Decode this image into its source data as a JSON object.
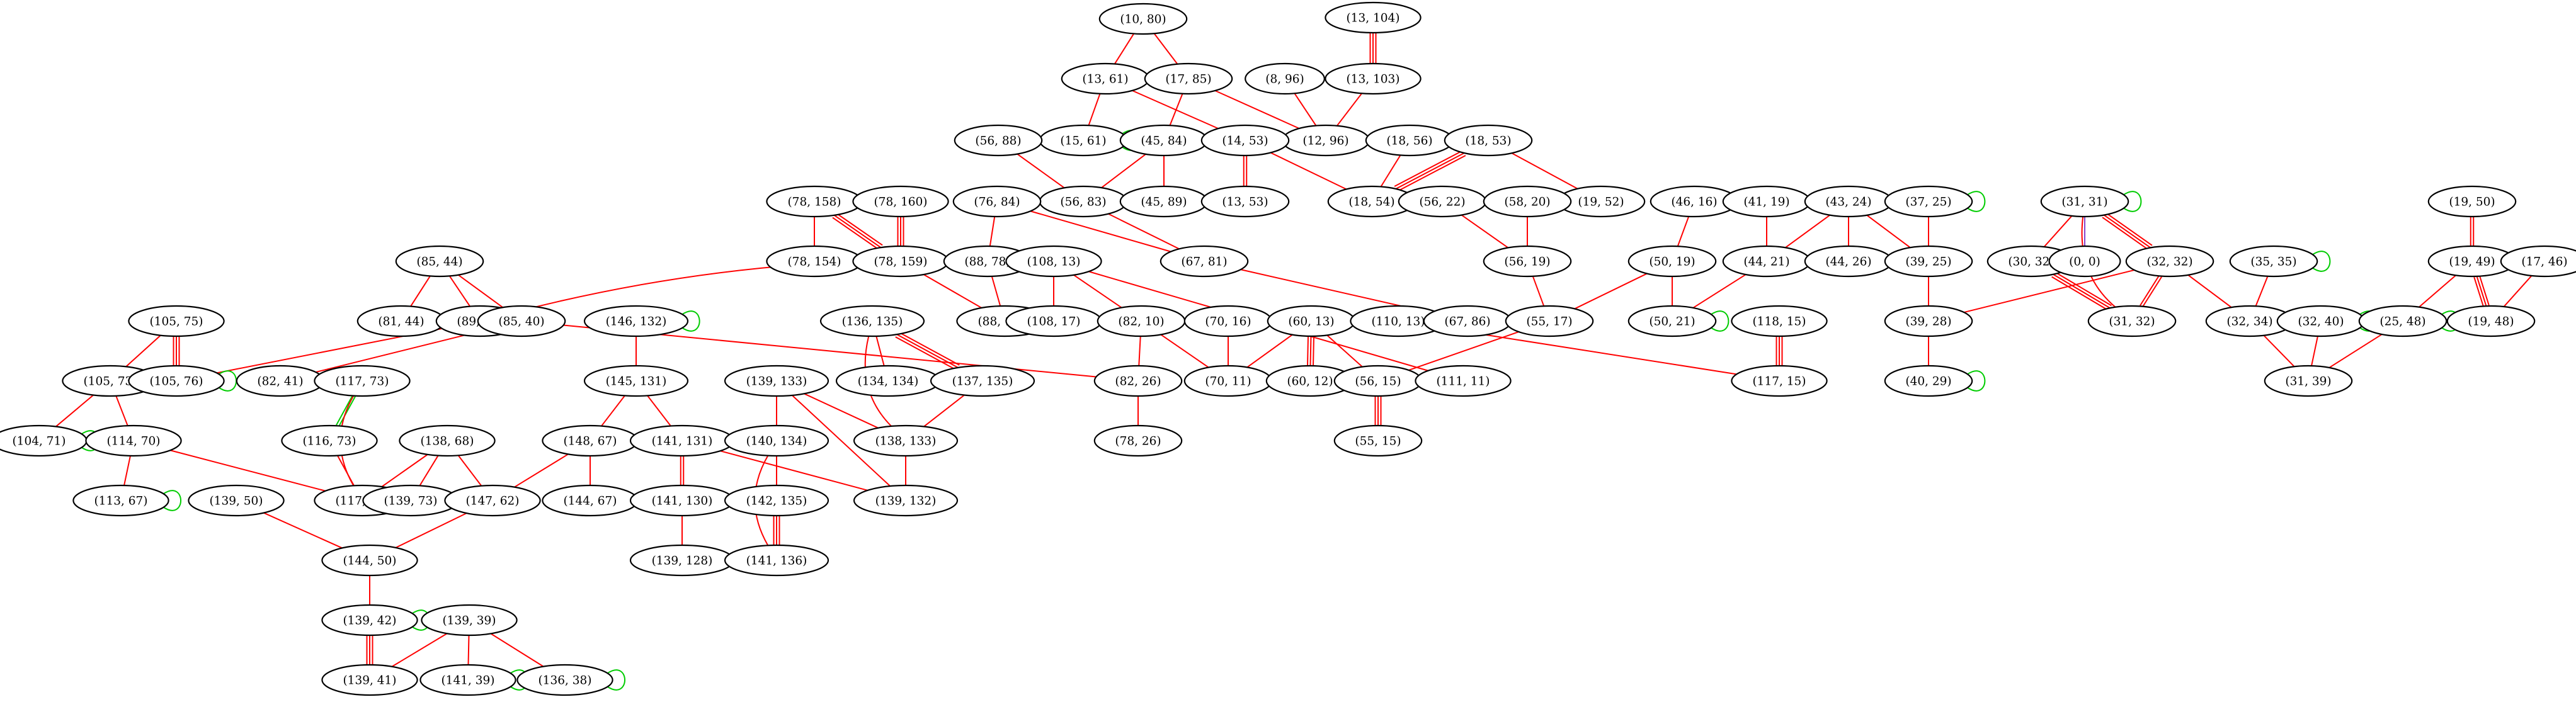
{
  "graph": {
    "colors": {
      "red": "#ff0000",
      "green": "#00cc00",
      "purple": "#8844cc"
    },
    "nodes": [
      {
        "id": "n1",
        "label": "(10, 80)"
      },
      {
        "id": "n2",
        "label": "(13, 61)"
      },
      {
        "id": "n3",
        "label": "(17, 85)"
      },
      {
        "id": "n4",
        "label": "(13, 104)"
      },
      {
        "id": "n5",
        "label": "(13, 103)"
      },
      {
        "id": "n6",
        "label": "(8, 96)"
      },
      {
        "id": "n7",
        "label": "(12, 96)"
      },
      {
        "id": "n8",
        "label": "(15, 61)"
      },
      {
        "id": "n9",
        "label": "(45, 84)"
      },
      {
        "id": "n10",
        "label": "(14, 53)"
      },
      {
        "id": "n11",
        "label": "(56, 88)"
      },
      {
        "id": "n12",
        "label": "(56, 83)"
      },
      {
        "id": "n13",
        "label": "(45, 89)"
      },
      {
        "id": "n14",
        "label": "(13, 53)"
      },
      {
        "id": "n15",
        "label": "(18, 56)"
      },
      {
        "id": "n16",
        "label": "(18, 53)"
      },
      {
        "id": "n17",
        "label": "(18, 54)"
      },
      {
        "id": "n18",
        "label": "(19, 52)"
      },
      {
        "id": "n19",
        "label": "(78, 158)"
      },
      {
        "id": "n20",
        "label": "(78, 160)"
      },
      {
        "id": "n21",
        "label": "(76, 84)"
      },
      {
        "id": "n22",
        "label": "(78, 154)"
      },
      {
        "id": "n23",
        "label": "(78, 159)"
      },
      {
        "id": "n24",
        "label": "(88, 78)"
      },
      {
        "id": "n25",
        "label": "(67, 81)"
      },
      {
        "id": "n26",
        "label": "(88, 159)"
      },
      {
        "id": "n27",
        "label": "(56, 22)"
      },
      {
        "id": "n28",
        "label": "(58, 20)"
      },
      {
        "id": "n29",
        "label": "(56, 19)"
      },
      {
        "id": "n30",
        "label": "(46, 16)"
      },
      {
        "id": "n31",
        "label": "(50, 19)"
      },
      {
        "id": "n32",
        "label": "(41, 19)"
      },
      {
        "id": "n33",
        "label": "(44, 21)"
      },
      {
        "id": "n34",
        "label": "(43, 24)"
      },
      {
        "id": "n35",
        "label": "(44, 26)"
      },
      {
        "id": "n36",
        "label": "(37, 25)"
      },
      {
        "id": "n37",
        "label": "(39, 25)"
      },
      {
        "id": "n38",
        "label": "(31, 31)"
      },
      {
        "id": "n39",
        "label": "(30, 32)"
      },
      {
        "id": "n40",
        "label": "(0, 0)"
      },
      {
        "id": "n41",
        "label": "(32, 32)"
      },
      {
        "id": "n42",
        "label": "(31, 32)"
      },
      {
        "id": "n43",
        "label": "(35, 35)"
      },
      {
        "id": "n44",
        "label": "(19, 50)"
      },
      {
        "id": "n45",
        "label": "(19, 49)"
      },
      {
        "id": "n46",
        "label": "(17, 46)"
      },
      {
        "id": "n47",
        "label": "(85, 44)"
      },
      {
        "id": "n48",
        "label": "(81, 44)"
      },
      {
        "id": "n49",
        "label": "(89, 76)"
      },
      {
        "id": "n50",
        "label": "(85, 40)"
      },
      {
        "id": "n51",
        "label": "(108, 13)"
      },
      {
        "id": "n52",
        "label": "(108, 17)"
      },
      {
        "id": "n53",
        "label": "(82, 10)"
      },
      {
        "id": "n54",
        "label": "(70, 16)"
      },
      {
        "id": "n55",
        "label": "(60, 13)"
      },
      {
        "id": "n56",
        "label": "(110, 13)"
      },
      {
        "id": "n57",
        "label": "(67, 86)"
      },
      {
        "id": "n58",
        "label": "(55, 17)"
      },
      {
        "id": "n59",
        "label": "(50, 21)"
      },
      {
        "id": "n60",
        "label": "(118, 15)"
      },
      {
        "id": "n61",
        "label": "(39, 28)"
      },
      {
        "id": "n62",
        "label": "(32, 34)"
      },
      {
        "id": "n63",
        "label": "(32, 40)"
      },
      {
        "id": "n64",
        "label": "(25, 48)"
      },
      {
        "id": "n65",
        "label": "(19, 48)"
      },
      {
        "id": "n66",
        "label": "(105, 75)"
      },
      {
        "id": "n67",
        "label": "(146, 132)"
      },
      {
        "id": "n68",
        "label": "(136, 135)"
      },
      {
        "id": "n69",
        "label": "(105, 73)"
      },
      {
        "id": "n70",
        "label": "(105, 76)"
      },
      {
        "id": "n71",
        "label": "(82, 41)"
      },
      {
        "id": "n72",
        "label": "(145, 131)"
      },
      {
        "id": "n73",
        "label": "(134, 134)"
      },
      {
        "id": "n74",
        "label": "(137, 135)"
      },
      {
        "id": "n75",
        "label": "(82, 26)"
      },
      {
        "id": "n76",
        "label": "(70, 11)"
      },
      {
        "id": "n77",
        "label": "(60, 12)"
      },
      {
        "id": "n78",
        "label": "(56, 15)"
      },
      {
        "id": "n79",
        "label": "(111, 11)"
      },
      {
        "id": "n80",
        "label": "(117, 15)"
      },
      {
        "id": "n81",
        "label": "(40, 29)"
      },
      {
        "id": "n82",
        "label": "(31, 39)"
      },
      {
        "id": "n83",
        "label": "(117, 73)"
      },
      {
        "id": "n84",
        "label": "(139, 133)"
      },
      {
        "id": "n85",
        "label": "(104, 71)"
      },
      {
        "id": "n86",
        "label": "(114, 70)"
      },
      {
        "id": "n87",
        "label": "(116, 73)"
      },
      {
        "id": "n88",
        "label": "(138, 68)"
      },
      {
        "id": "n89",
        "label": "(148, 67)"
      },
      {
        "id": "n90",
        "label": "(141, 131)"
      },
      {
        "id": "n91",
        "label": "(140, 134)"
      },
      {
        "id": "n92",
        "label": "(138, 133)"
      },
      {
        "id": "n93",
        "label": "(78, 26)"
      },
      {
        "id": "n94",
        "label": "(55, 15)"
      },
      {
        "id": "n95",
        "label": "(113, 67)"
      },
      {
        "id": "n96",
        "label": "(139, 50)"
      },
      {
        "id": "n97",
        "label": "(117, 71)"
      },
      {
        "id": "n98",
        "label": "(139, 73)"
      },
      {
        "id": "n99",
        "label": "(147, 62)"
      },
      {
        "id": "n100",
        "label": "(144, 67)"
      },
      {
        "id": "n101",
        "label": "(141, 130)"
      },
      {
        "id": "n102",
        "label": "(142, 135)"
      },
      {
        "id": "n103",
        "label": "(139, 132)"
      },
      {
        "id": "n104",
        "label": "(139, 128)"
      },
      {
        "id": "n105",
        "label": "(141, 136)"
      },
      {
        "id": "n106",
        "label": "(144, 50)"
      },
      {
        "id": "n107",
        "label": "(139, 42)"
      },
      {
        "id": "n108",
        "label": "(139, 39)"
      },
      {
        "id": "n109",
        "label": "(139, 41)"
      },
      {
        "id": "n110",
        "label": "(141, 39)"
      },
      {
        "id": "n111",
        "label": "(136, 38)"
      }
    ],
    "edges": [
      {
        "s": "n1",
        "t": "n2",
        "c": "red",
        "k": 1
      },
      {
        "s": "n1",
        "t": "n3",
        "c": "red",
        "k": 1
      },
      {
        "s": "n2",
        "t": "n8",
        "c": "red",
        "k": 1
      },
      {
        "s": "n2",
        "t": "n10",
        "c": "red",
        "k": 1
      },
      {
        "s": "n3",
        "t": "n9",
        "c": "red",
        "k": 1
      },
      {
        "s": "n3",
        "t": "n7",
        "c": "red",
        "k": 1
      },
      {
        "s": "n4",
        "t": "n5",
        "c": "red",
        "k": 3
      },
      {
        "s": "n5",
        "t": "n7",
        "c": "red",
        "k": 1
      },
      {
        "s": "n6",
        "t": "n7",
        "c": "red",
        "k": 1
      },
      {
        "s": "n9",
        "t": "n12",
        "c": "red",
        "k": 1
      },
      {
        "s": "n9",
        "t": "n13",
        "c": "red",
        "k": 1
      },
      {
        "s": "n11",
        "t": "n12",
        "c": "red",
        "k": 1
      },
      {
        "s": "n10",
        "t": "n14",
        "c": "red",
        "k": 2
      },
      {
        "s": "n10",
        "t": "n17",
        "c": "red",
        "k": 1
      },
      {
        "s": "n15",
        "t": "n17",
        "c": "red",
        "k": 1
      },
      {
        "s": "n16",
        "t": "n17",
        "c": "red",
        "k": 3
      },
      {
        "s": "n16",
        "t": "n18",
        "c": "red",
        "k": 1
      },
      {
        "s": "n12",
        "t": "n25",
        "c": "red",
        "k": 1
      },
      {
        "s": "n19",
        "t": "n22",
        "c": "red",
        "k": 1
      },
      {
        "s": "n19",
        "t": "n23",
        "c": "red",
        "k": 3
      },
      {
        "s": "n20",
        "t": "n23",
        "c": "red",
        "k": 3
      },
      {
        "s": "n21",
        "t": "n24",
        "c": "red",
        "k": 1
      },
      {
        "s": "n21",
        "t": "n25",
        "c": "red",
        "k": 1
      },
      {
        "s": "n23",
        "t": "n26",
        "c": "red",
        "k": 1
      },
      {
        "s": "n24",
        "t": "n26",
        "c": "red",
        "k": 1
      },
      {
        "s": "n24",
        "t": "n49",
        "c": "red",
        "k": 1,
        "curve": 1
      },
      {
        "s": "n25",
        "t": "n57",
        "c": "red",
        "k": 1
      },
      {
        "s": "n27",
        "t": "n29",
        "c": "red",
        "k": 1
      },
      {
        "s": "n28",
        "t": "n29",
        "c": "red",
        "k": 1
      },
      {
        "s": "n29",
        "t": "n58",
        "c": "red",
        "k": 1
      },
      {
        "s": "n30",
        "t": "n31",
        "c": "red",
        "k": 1
      },
      {
        "s": "n31",
        "t": "n58",
        "c": "red",
        "k": 1
      },
      {
        "s": "n31",
        "t": "n59",
        "c": "red",
        "k": 1
      },
      {
        "s": "n32",
        "t": "n33",
        "c": "red",
        "k": 1
      },
      {
        "s": "n34",
        "t": "n33",
        "c": "red",
        "k": 1
      },
      {
        "s": "n34",
        "t": "n35",
        "c": "red",
        "k": 1
      },
      {
        "s": "n34",
        "t": "n37",
        "c": "red",
        "k": 1
      },
      {
        "s": "n33",
        "t": "n59",
        "c": "red",
        "k": 1
      },
      {
        "s": "n36",
        "t": "n37",
        "c": "red",
        "k": 1
      },
      {
        "s": "n37",
        "t": "n61",
        "c": "red",
        "k": 1
      },
      {
        "s": "n61",
        "t": "n81",
        "c": "red",
        "k": 1
      },
      {
        "s": "n38",
        "t": "n39",
        "c": "red",
        "k": 1
      },
      {
        "s": "n38",
        "t": "n40",
        "c": "purple",
        "k": 1
      },
      {
        "s": "n38",
        "t": "n41",
        "c": "red",
        "k": 3
      },
      {
        "s": "n38",
        "t": "n42",
        "c": "red",
        "k": 1,
        "curve": 1
      },
      {
        "s": "n39",
        "t": "n42",
        "c": "red",
        "k": 3
      },
      {
        "s": "n41",
        "t": "n42",
        "c": "red",
        "k": 2
      },
      {
        "s": "n41",
        "t": "n61",
        "c": "red",
        "k": 1
      },
      {
        "s": "n41",
        "t": "n62",
        "c": "red",
        "k": 1
      },
      {
        "s": "n43",
        "t": "n62",
        "c": "red",
        "k": 1
      },
      {
        "s": "n62",
        "t": "n82",
        "c": "red",
        "k": 1
      },
      {
        "s": "n63",
        "t": "n82",
        "c": "red",
        "k": 1
      },
      {
        "s": "n64",
        "t": "n82",
        "c": "red",
        "k": 1
      },
      {
        "s": "n44",
        "t": "n45",
        "c": "red",
        "k": 2
      },
      {
        "s": "n45",
        "t": "n64",
        "c": "red",
        "k": 1
      },
      {
        "s": "n45",
        "t": "n65",
        "c": "red",
        "k": 3
      },
      {
        "s": "n46",
        "t": "n65",
        "c": "red",
        "k": 1
      },
      {
        "s": "n47",
        "t": "n48",
        "c": "red",
        "k": 1
      },
      {
        "s": "n47",
        "t": "n49",
        "c": "red",
        "k": 1
      },
      {
        "s": "n47",
        "t": "n50",
        "c": "red",
        "k": 1
      },
      {
        "s": "n49",
        "t": "n70",
        "c": "red",
        "k": 1
      },
      {
        "s": "n50",
        "t": "n71",
        "c": "red",
        "k": 1
      },
      {
        "s": "n50",
        "t": "n75",
        "c": "red",
        "k": 1
      },
      {
        "s": "n51",
        "t": "n52",
        "c": "red",
        "k": 1
      },
      {
        "s": "n51",
        "t": "n53",
        "c": "red",
        "k": 1
      },
      {
        "s": "n51",
        "t": "n79",
        "c": "red",
        "k": 1
      },
      {
        "s": "n53",
        "t": "n75",
        "c": "red",
        "k": 1
      },
      {
        "s": "n53",
        "t": "n76",
        "c": "red",
        "k": 1
      },
      {
        "s": "n54",
        "t": "n76",
        "c": "red",
        "k": 1
      },
      {
        "s": "n55",
        "t": "n76",
        "c": "red",
        "k": 1
      },
      {
        "s": "n55",
        "t": "n77",
        "c": "red",
        "k": 3
      },
      {
        "s": "n55",
        "t": "n78",
        "c": "red",
        "k": 1
      },
      {
        "s": "n56",
        "t": "n80",
        "c": "red",
        "k": 1
      },
      {
        "s": "n58",
        "t": "n78",
        "c": "red",
        "k": 1
      },
      {
        "s": "n78",
        "t": "n94",
        "c": "red",
        "k": 3
      },
      {
        "s": "n60",
        "t": "n80",
        "c": "red",
        "k": 3
      },
      {
        "s": "n75",
        "t": "n93",
        "c": "red",
        "k": 1
      },
      {
        "s": "n66",
        "t": "n69",
        "c": "red",
        "k": 1
      },
      {
        "s": "n66",
        "t": "n70",
        "c": "red",
        "k": 3
      },
      {
        "s": "n69",
        "t": "n85",
        "c": "red",
        "k": 1
      },
      {
        "s": "n69",
        "t": "n86",
        "c": "red",
        "k": 1
      },
      {
        "s": "n86",
        "t": "n95",
        "c": "red",
        "k": 1
      },
      {
        "s": "n86",
        "t": "n97",
        "c": "red",
        "k": 1
      },
      {
        "s": "n83",
        "t": "n87",
        "c": "green",
        "k": 2
      },
      {
        "s": "n83",
        "t": "n97",
        "c": "red",
        "k": 1,
        "curve": 1
      },
      {
        "s": "n87",
        "t": "n97",
        "c": "red",
        "k": 1
      },
      {
        "s": "n88",
        "t": "n97",
        "c": "red",
        "k": 1
      },
      {
        "s": "n88",
        "t": "n98",
        "c": "red",
        "k": 1
      },
      {
        "s": "n88",
        "t": "n99",
        "c": "red",
        "k": 1
      },
      {
        "s": "n67",
        "t": "n72",
        "c": "red",
        "k": 1
      },
      {
        "s": "n72",
        "t": "n89",
        "c": "red",
        "k": 1
      },
      {
        "s": "n72",
        "t": "n90",
        "c": "red",
        "k": 1
      },
      {
        "s": "n89",
        "t": "n99",
        "c": "red",
        "k": 1
      },
      {
        "s": "n89",
        "t": "n100",
        "c": "red",
        "k": 1
      },
      {
        "s": "n90",
        "t": "n101",
        "c": "red",
        "k": 2
      },
      {
        "s": "n90",
        "t": "n103",
        "c": "red",
        "k": 1
      },
      {
        "s": "n101",
        "t": "n104",
        "c": "red",
        "k": 1
      },
      {
        "s": "n68",
        "t": "n73",
        "c": "red",
        "k": 1
      },
      {
        "s": "n68",
        "t": "n74",
        "c": "red",
        "k": 3
      },
      {
        "s": "n68",
        "t": "n92",
        "c": "red",
        "k": 1,
        "curve": 1
      },
      {
        "s": "n74",
        "t": "n92",
        "c": "red",
        "k": 1
      },
      {
        "s": "n84",
        "t": "n91",
        "c": "red",
        "k": 1
      },
      {
        "s": "n84",
        "t": "n92",
        "c": "red",
        "k": 1
      },
      {
        "s": "n84",
        "t": "n103",
        "c": "red",
        "k": 1
      },
      {
        "s": "n92",
        "t": "n103",
        "c": "red",
        "k": 1
      },
      {
        "s": "n91",
        "t": "n102",
        "c": "red",
        "k": 1
      },
      {
        "s": "n91",
        "t": "n105",
        "c": "red",
        "k": 1,
        "curve": 1
      },
      {
        "s": "n102",
        "t": "n105",
        "c": "red",
        "k": 3
      },
      {
        "s": "n96",
        "t": "n106",
        "c": "red",
        "k": 1
      },
      {
        "s": "n99",
        "t": "n106",
        "c": "red",
        "k": 1
      },
      {
        "s": "n106",
        "t": "n107",
        "c": "red",
        "k": 1
      },
      {
        "s": "n107",
        "t": "n109",
        "c": "red",
        "k": 3
      },
      {
        "s": "n108",
        "t": "n109",
        "c": "red",
        "k": 1
      },
      {
        "s": "n108",
        "t": "n110",
        "c": "red",
        "k": 1
      },
      {
        "s": "n108",
        "t": "n111",
        "c": "red",
        "k": 1
      }
    ],
    "loops": [
      {
        "n": "n8",
        "c": "green"
      },
      {
        "n": "n36",
        "c": "green"
      },
      {
        "n": "n38",
        "c": "green"
      },
      {
        "n": "n43",
        "c": "green"
      },
      {
        "n": "n59",
        "c": "green"
      },
      {
        "n": "n63",
        "c": "green"
      },
      {
        "n": "n64",
        "c": "green"
      },
      {
        "n": "n67",
        "c": "green"
      },
      {
        "n": "n70",
        "c": "green"
      },
      {
        "n": "n81",
        "c": "green"
      },
      {
        "n": "n85",
        "c": "green"
      },
      {
        "n": "n95",
        "c": "green"
      },
      {
        "n": "n107",
        "c": "green"
      },
      {
        "n": "n110",
        "c": "green"
      },
      {
        "n": "n111",
        "c": "green"
      }
    ]
  }
}
